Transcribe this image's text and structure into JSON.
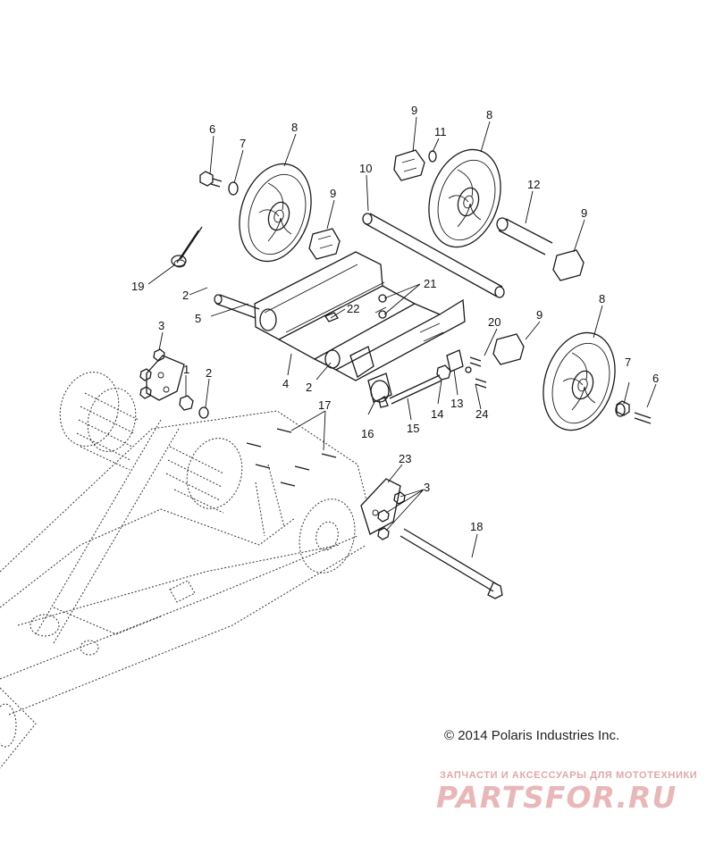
{
  "callouts": [
    {
      "id": "c1",
      "label": "1"
    },
    {
      "id": "c2a",
      "label": "2"
    },
    {
      "id": "c2b",
      "label": "2"
    },
    {
      "id": "c2c",
      "label": "2"
    },
    {
      "id": "c3a",
      "label": "3"
    },
    {
      "id": "c3b",
      "label": "3"
    },
    {
      "id": "c4",
      "label": "4"
    },
    {
      "id": "c5",
      "label": "5"
    },
    {
      "id": "c6a",
      "label": "6"
    },
    {
      "id": "c6b",
      "label": "6"
    },
    {
      "id": "c7a",
      "label": "7"
    },
    {
      "id": "c7b",
      "label": "7"
    },
    {
      "id": "c8a",
      "label": "8"
    },
    {
      "id": "c8b",
      "label": "8"
    },
    {
      "id": "c8c",
      "label": "8"
    },
    {
      "id": "c9a",
      "label": "9"
    },
    {
      "id": "c9b",
      "label": "9"
    },
    {
      "id": "c9c",
      "label": "9"
    },
    {
      "id": "c9d",
      "label": "9"
    },
    {
      "id": "c10",
      "label": "10"
    },
    {
      "id": "c11",
      "label": "11"
    },
    {
      "id": "c12",
      "label": "12"
    },
    {
      "id": "c13",
      "label": "13"
    },
    {
      "id": "c14",
      "label": "14"
    },
    {
      "id": "c15",
      "label": "15"
    },
    {
      "id": "c16",
      "label": "16"
    },
    {
      "id": "c17",
      "label": "17"
    },
    {
      "id": "c18",
      "label": "18"
    },
    {
      "id": "c19",
      "label": "19"
    },
    {
      "id": "c20",
      "label": "20"
    },
    {
      "id": "c21",
      "label": "21"
    },
    {
      "id": "c22",
      "label": "22"
    },
    {
      "id": "c23",
      "label": "23"
    },
    {
      "id": "c24",
      "label": "24"
    }
  ],
  "copyright": "© 2014 Polaris Industries Inc.",
  "watermark": {
    "subtitle": "ЗАПЧАСТИ И АКСЕССУАРЫ ДЛЯ МОТОТЕХНИКИ",
    "brand": "PARTSFOR.RU"
  },
  "colors": {
    "line": "#1a1a1a",
    "watermark": "#e2a0a0"
  }
}
